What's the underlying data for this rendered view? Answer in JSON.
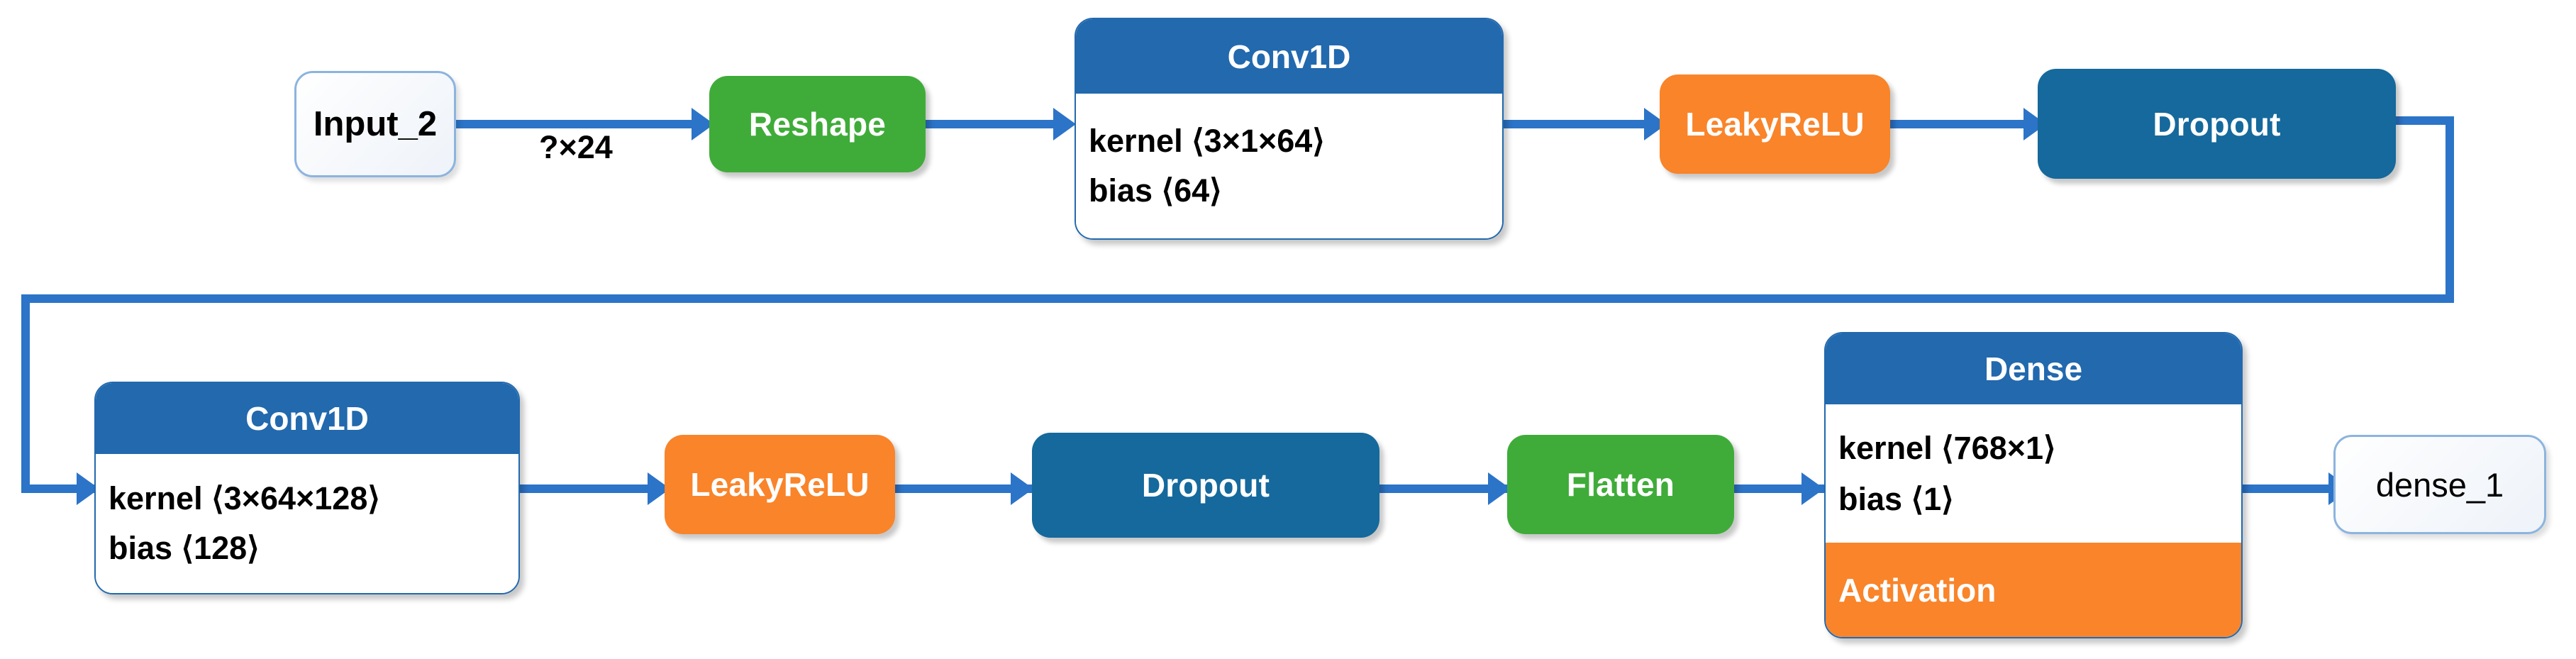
{
  "diagram": {
    "title": "Conv1D neural network architecture",
    "colors": {
      "header_blue": "#2269AE",
      "connector_blue": "#2C74C8",
      "green": "#3FAC39",
      "orange": "#F9842A",
      "teal": "#15699C",
      "io_border": "#8CB4DF",
      "background": "#FFFFFF"
    }
  },
  "nodes": {
    "input": {
      "label": "Input_2"
    },
    "reshape": {
      "label": "Reshape"
    },
    "conv1": {
      "header": "Conv1D",
      "kernel": "kernel ⟨3×1×64⟩",
      "bias": "bias ⟨64⟩"
    },
    "leaky1": {
      "label": "LeakyReLU"
    },
    "dropout1": {
      "label": "Dropout"
    },
    "conv2": {
      "header": "Conv1D",
      "kernel": "kernel ⟨3×64×128⟩",
      "bias": "bias ⟨128⟩"
    },
    "leaky2": {
      "label": "LeakyReLU"
    },
    "dropout2": {
      "label": "Dropout"
    },
    "flatten": {
      "label": "Flatten"
    },
    "dense": {
      "header": "Dense",
      "kernel": "kernel ⟨768×1⟩",
      "bias": "bias ⟨1⟩",
      "activation": "Activation"
    },
    "output": {
      "label": "dense_1"
    }
  },
  "edges": {
    "input_to_reshape_label": "?×24"
  }
}
